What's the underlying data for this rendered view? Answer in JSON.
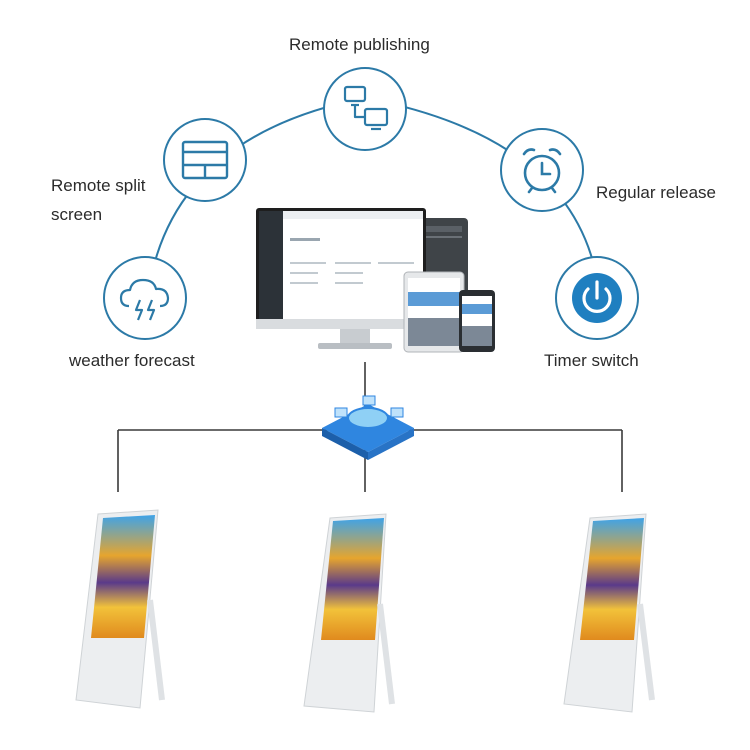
{
  "features": {
    "remote_publishing": {
      "label": "Remote publishing",
      "icon": "network-computers-icon"
    },
    "remote_split_screen": {
      "label_line1": "Remote split",
      "label_line2": "screen",
      "icon": "split-layout-icon"
    },
    "regular_release": {
      "label": "Regular release",
      "icon": "alarm-clock-icon"
    },
    "weather_forecast": {
      "label": "weather forecast",
      "icon": "cloud-lightning-icon"
    },
    "timer_switch": {
      "label": "Timer switch",
      "icon": "power-icon"
    }
  },
  "colors": {
    "accent": "#2c7aa7",
    "power_fill": "#1f7fc0",
    "connector_line": "#3a3a3a",
    "hub": "#2f86e0"
  }
}
